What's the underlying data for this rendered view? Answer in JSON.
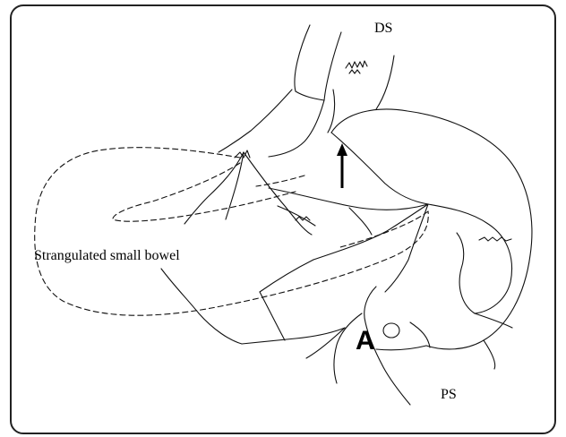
{
  "labels": {
    "distal_segment": "DS",
    "proximal_segment": "PS",
    "strangulated_bowel": "Strangulated small bowel",
    "point_a": "A"
  }
}
